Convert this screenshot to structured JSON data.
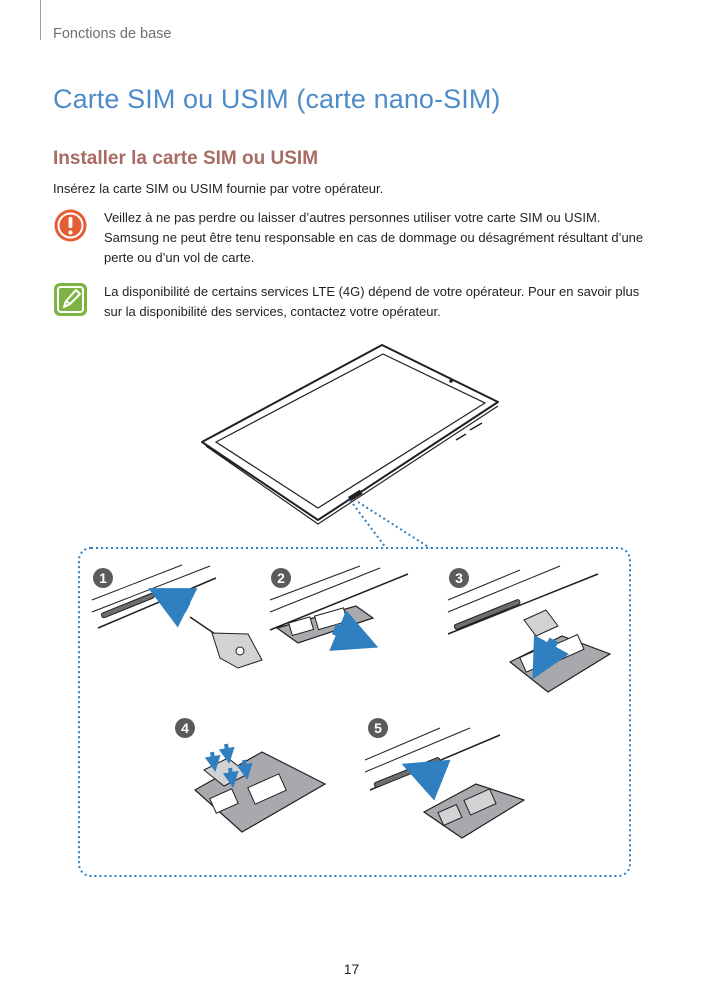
{
  "header": {
    "section": "Fonctions de base"
  },
  "title": "Carte SIM ou USIM (carte nano-SIM)",
  "subtitle": "Installer la carte SIM ou USIM",
  "intro": "Insérez la carte SIM ou USIM fournie par votre opérateur.",
  "notes": [
    {
      "icon": "warning-icon",
      "color": "#e35d35",
      "text": "Veillez à ne pas perdre ou laisser d’autres personnes utiliser votre carte SIM ou USIM. Samsung ne peut être tenu responsable en cas de dommage ou désagrément résultant d’une perte ou d’un vol de carte."
    },
    {
      "icon": "note-pencil-icon",
      "color": "#7cb342",
      "text": "La disponibilité de certains services LTE (4G) dépend de votre opérateur. Pour en savoir plus sur la disponibilité des services, contactez votre opérateur."
    }
  ],
  "steps": [
    "1",
    "2",
    "3",
    "4",
    "5"
  ],
  "colors": {
    "accent_blue": "#4e8bc9",
    "arrow_blue": "#2f7fc1",
    "subtitle": "#a86c62"
  },
  "page_number": "17"
}
